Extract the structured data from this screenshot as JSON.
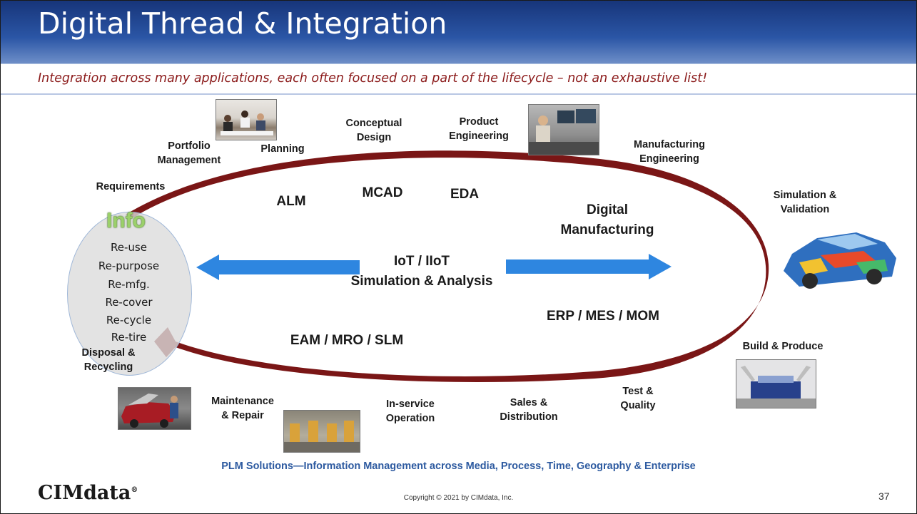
{
  "slide": {
    "title": "Digital Thread & Integration",
    "subtitle": "Integration across many applications, each often focused on a part of the lifecycle – not an exhaustive list!"
  },
  "lifecycle_stages": [
    {
      "id": "portfolio",
      "line1": "Portfolio",
      "line2": "Management"
    },
    {
      "id": "planning",
      "line1": "Planning"
    },
    {
      "id": "conceptual",
      "line1": "Conceptual",
      "line2": "Design"
    },
    {
      "id": "product-eng",
      "line1": "Product",
      "line2": "Engineering"
    },
    {
      "id": "mfg-eng",
      "line1": "Manufacturing",
      "line2": "Engineering"
    },
    {
      "id": "requirements",
      "line1": "Requirements"
    },
    {
      "id": "simulation",
      "line1": "Simulation &",
      "line2": "Validation"
    },
    {
      "id": "build",
      "line1": "Build & Produce"
    },
    {
      "id": "test",
      "line1": "Test &",
      "line2": "Quality"
    },
    {
      "id": "sales",
      "line1": "Sales &",
      "line2": "Distribution"
    },
    {
      "id": "in-service",
      "line1": "In-service",
      "line2": "Operation"
    },
    {
      "id": "maintenance",
      "line1": "Maintenance",
      "line2": "& Repair"
    },
    {
      "id": "disposal",
      "line1": "Disposal &",
      "line2": "Recycling"
    }
  ],
  "applications": {
    "alm": "ALM",
    "mcad": "MCAD",
    "eda": "EDA",
    "digital_mfg_line1": "Digital",
    "digital_mfg_line2": "Manufacturing",
    "iot_line1": "IoT / IIoT",
    "iot_line2": "Simulation & Analysis",
    "erp": "ERP / MES / MOM",
    "eam": "EAM / MRO / SLM"
  },
  "info": {
    "title": "Info",
    "items": [
      "Re-use",
      "Re-purpose",
      "Re-mfg.",
      "Re-cover",
      "Re-cycle",
      "Re-tire"
    ]
  },
  "footer": {
    "tagline": "PLM Solutions—Information Management across Media, Process, Time, Geography & Enterprise",
    "logo": "CIMdata",
    "logo_mark": "®",
    "copyright": "Copyright © 2021 by CIMdata, Inc.",
    "page_number": "37"
  },
  "colors": {
    "header_blue": "#17357a",
    "loop_red": "#7a1616",
    "arrow_blue": "#2e86e0",
    "subtitle_red": "#8b1a1a",
    "info_green": "#9bd06a",
    "footer_blue": "#2d5aa0"
  }
}
